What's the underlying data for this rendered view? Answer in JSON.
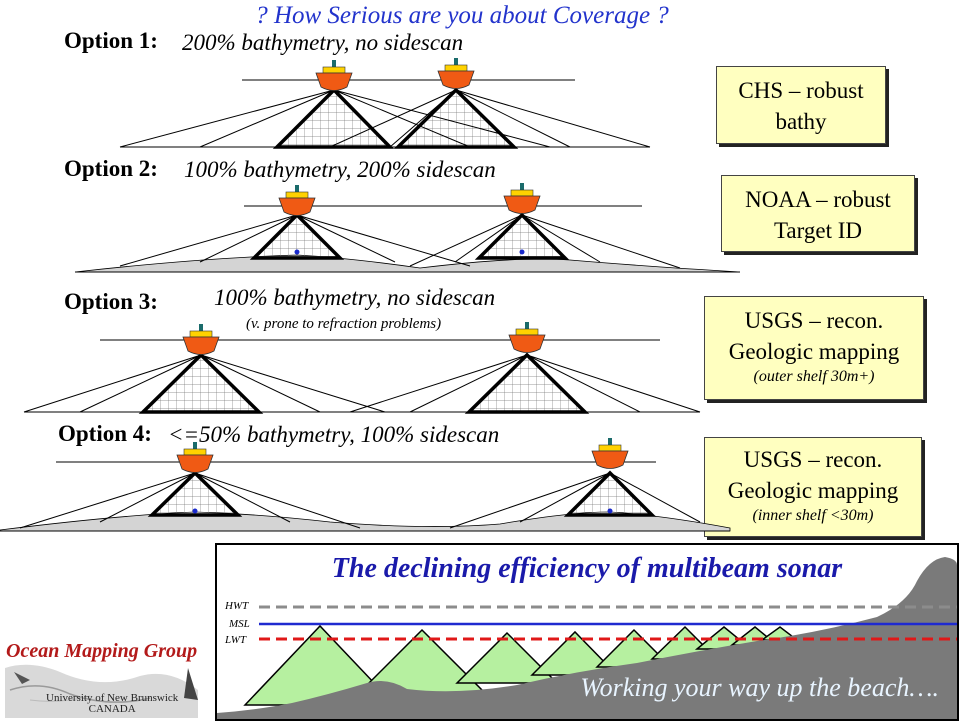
{
  "title": "? How Serious are you about Coverage ?",
  "options": [
    {
      "label": "Option 1",
      "colon": ":",
      "desc": "200% bathymetry, no sidescan",
      "note": "",
      "box_lines": [
        "CHS – robust",
        "bathy"
      ],
      "box_note": ""
    },
    {
      "label": "Option 2",
      "colon": ":",
      "desc": "100% bathymetry, 200% sidescan",
      "note": "",
      "box_lines": [
        "NOAA – robust",
        "Target ID"
      ],
      "box_note": ""
    },
    {
      "label": "Option 3",
      "colon": ":",
      "desc": "100% bathymetry, no sidescan",
      "note": "(v. prone to refraction problems)",
      "box_lines": [
        "USGS – recon.",
        "Geologic mapping"
      ],
      "box_note": "(outer shelf 30m+)"
    },
    {
      "label": "Option 4",
      "colon": ":",
      "desc": "<=50% bathymetry, 100% sidescan",
      "note": "",
      "box_lines": [
        "USGS – recon.",
        "Geologic mapping"
      ],
      "box_note": "(inner shelf <30m)"
    }
  ],
  "panel": {
    "title": "The declining efficiency of multibeam sonar",
    "levels": [
      "HWT",
      "MSL",
      "LWT"
    ],
    "caption": "Working your way  up the beach…."
  },
  "logo": {
    "name": "Ocean Mapping Group",
    "university": "University of New Brunswick",
    "country": "CANADA"
  },
  "colors": {
    "title": "#2233cc",
    "box_fill": "#ffffc0",
    "ship_hull": "#f05a14",
    "ship_cabin": "#ffd200",
    "swath_fill": "#b6f0a0",
    "terrain": "#7a7a7a",
    "hwt": "#8c8c8c",
    "msl": "#1f2ad0",
    "lwt": "#e01818"
  }
}
